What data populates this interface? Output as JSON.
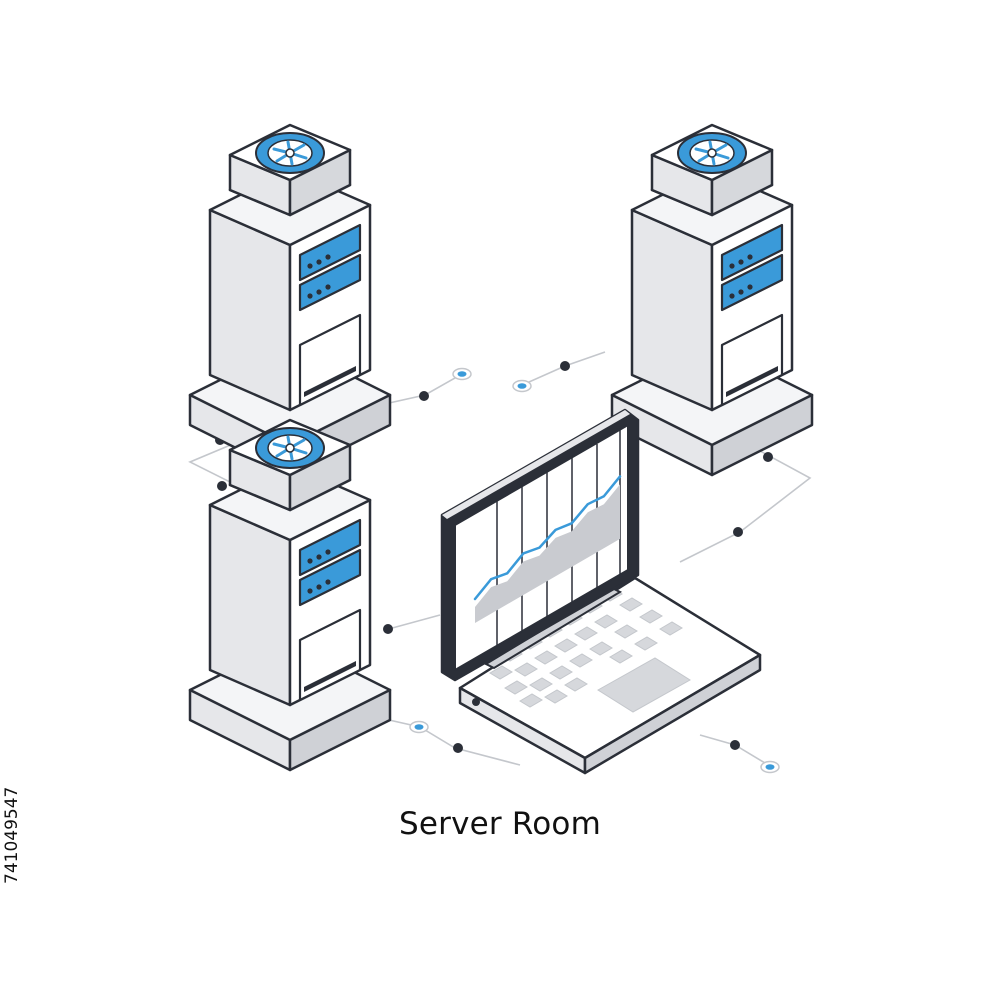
{
  "caption": "Server Room",
  "stock_id": "741049547",
  "colors": {
    "accent": "#3a9ad9",
    "outline": "#2b2f38",
    "light": "#ffffff",
    "mid": "#e6e7ea",
    "shade": "#cfd1d6",
    "dark": "#bfc2c8"
  },
  "chart_line": [
    0.3,
    0.45,
    0.4,
    0.55,
    0.5,
    0.62,
    0.58,
    0.72,
    0.7,
    0.85
  ]
}
